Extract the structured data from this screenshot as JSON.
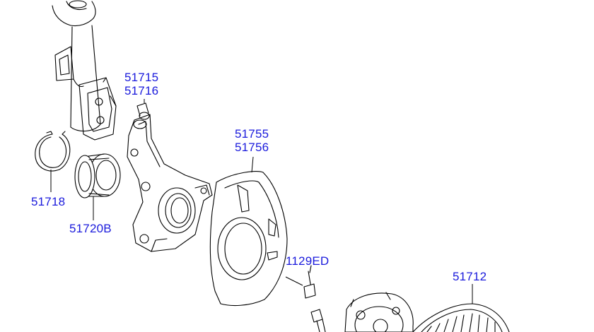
{
  "labels": {
    "knuckle_lh": "51715",
    "knuckle_rh": "51716",
    "dust_cover_lh": "51755",
    "dust_cover_rh": "51756",
    "snap_ring": "51718",
    "bearing": "51720B",
    "bolt": "1129ED",
    "disc": "51712"
  },
  "colors": {
    "label_blue": "#1a1adc",
    "line_black": "#000000",
    "background": "#ffffff"
  }
}
